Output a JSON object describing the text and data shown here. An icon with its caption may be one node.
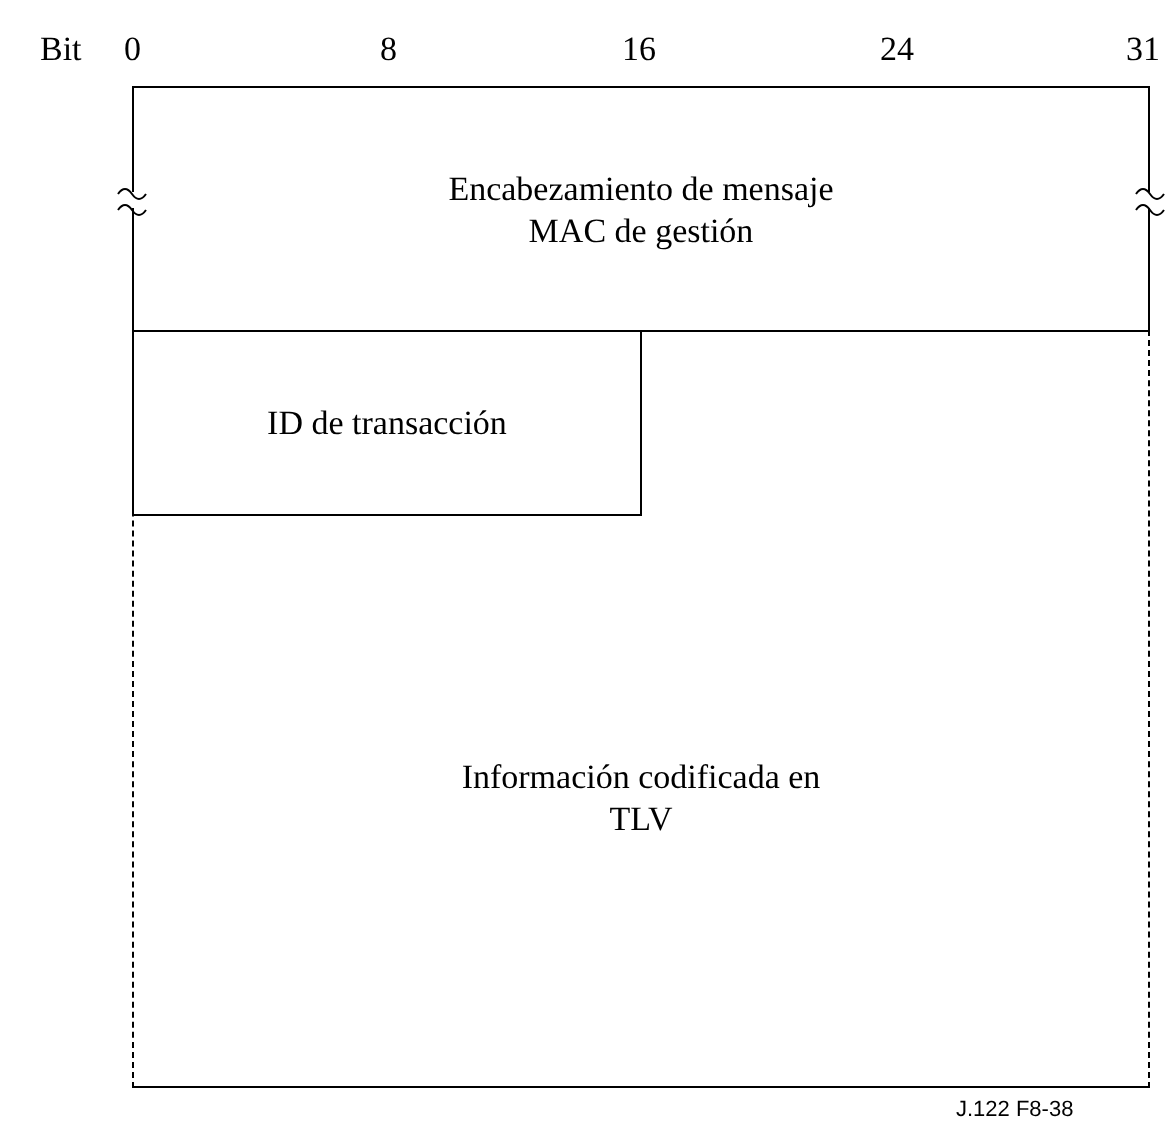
{
  "diagram": {
    "nodes": [
      {
        "text": [
          "Encabezamiento de mensaje MAC de gestión"
        ]
      },
      {
        "text": [
          "ID de transacción"
        ],
        "in": 2
      },
      {
        "text": [
          "Información codificada en TLV"
        ]
      }
    ],
    "labels": [
      "Bit",
      "0",
      "8",
      "16",
      "24",
      "31",
      "J.122 F8-38"
    ]
  }
}
